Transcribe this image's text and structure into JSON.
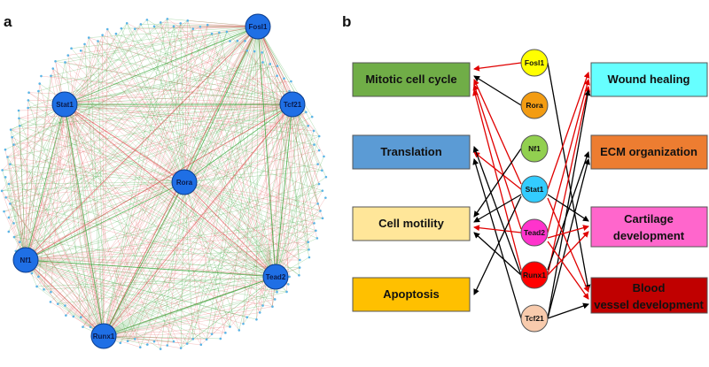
{
  "panel_a": {
    "letter": "a",
    "nodes": [
      {
        "label": "Fosl1"
      },
      {
        "label": "Stat1"
      },
      {
        "label": "Tcf21"
      },
      {
        "label": "Rora"
      },
      {
        "label": "Nf1"
      },
      {
        "label": "Tead2"
      },
      {
        "label": "Runx1"
      }
    ]
  },
  "panel_b": {
    "letter": "b",
    "left_processes": [
      {
        "label": "Mitotic cell cycle",
        "color": "#70ad47"
      },
      {
        "label": "Translation",
        "color": "#5b9bd5"
      },
      {
        "label": "Cell motility",
        "color": "#ffe699"
      },
      {
        "label": "Apoptosis",
        "color": "#ffc000"
      }
    ],
    "right_processes": [
      {
        "label": "Wound healing",
        "color": "#66ffff"
      },
      {
        "label": "ECM organization",
        "color": "#ed7d31"
      },
      {
        "label": "Cartilage development",
        "color": "#ff66cc"
      },
      {
        "label": "Blood vessel development",
        "color": "#c00000"
      }
    ],
    "transcription_factors": [
      {
        "label": "Fosl1",
        "color": "#ffff00"
      },
      {
        "label": "Rora",
        "color": "#f39c12"
      },
      {
        "label": "Nf1",
        "color": "#92d050"
      },
      {
        "label": "Stat1",
        "color": "#33ccff"
      },
      {
        "label": "Tead2",
        "color": "#ff33cc"
      },
      {
        "label": "Runx1",
        "color": "#ff0000"
      },
      {
        "label": "Tcf21",
        "color": "#f8cbad"
      }
    ],
    "edge_colors": {
      "activation": "#e00000",
      "other": "#000000"
    }
  },
  "network_colors": {
    "positive": "#2ca02c",
    "negative": "#e05050",
    "node": "#1f6fe5",
    "peripheral": "#5ab4e6"
  }
}
